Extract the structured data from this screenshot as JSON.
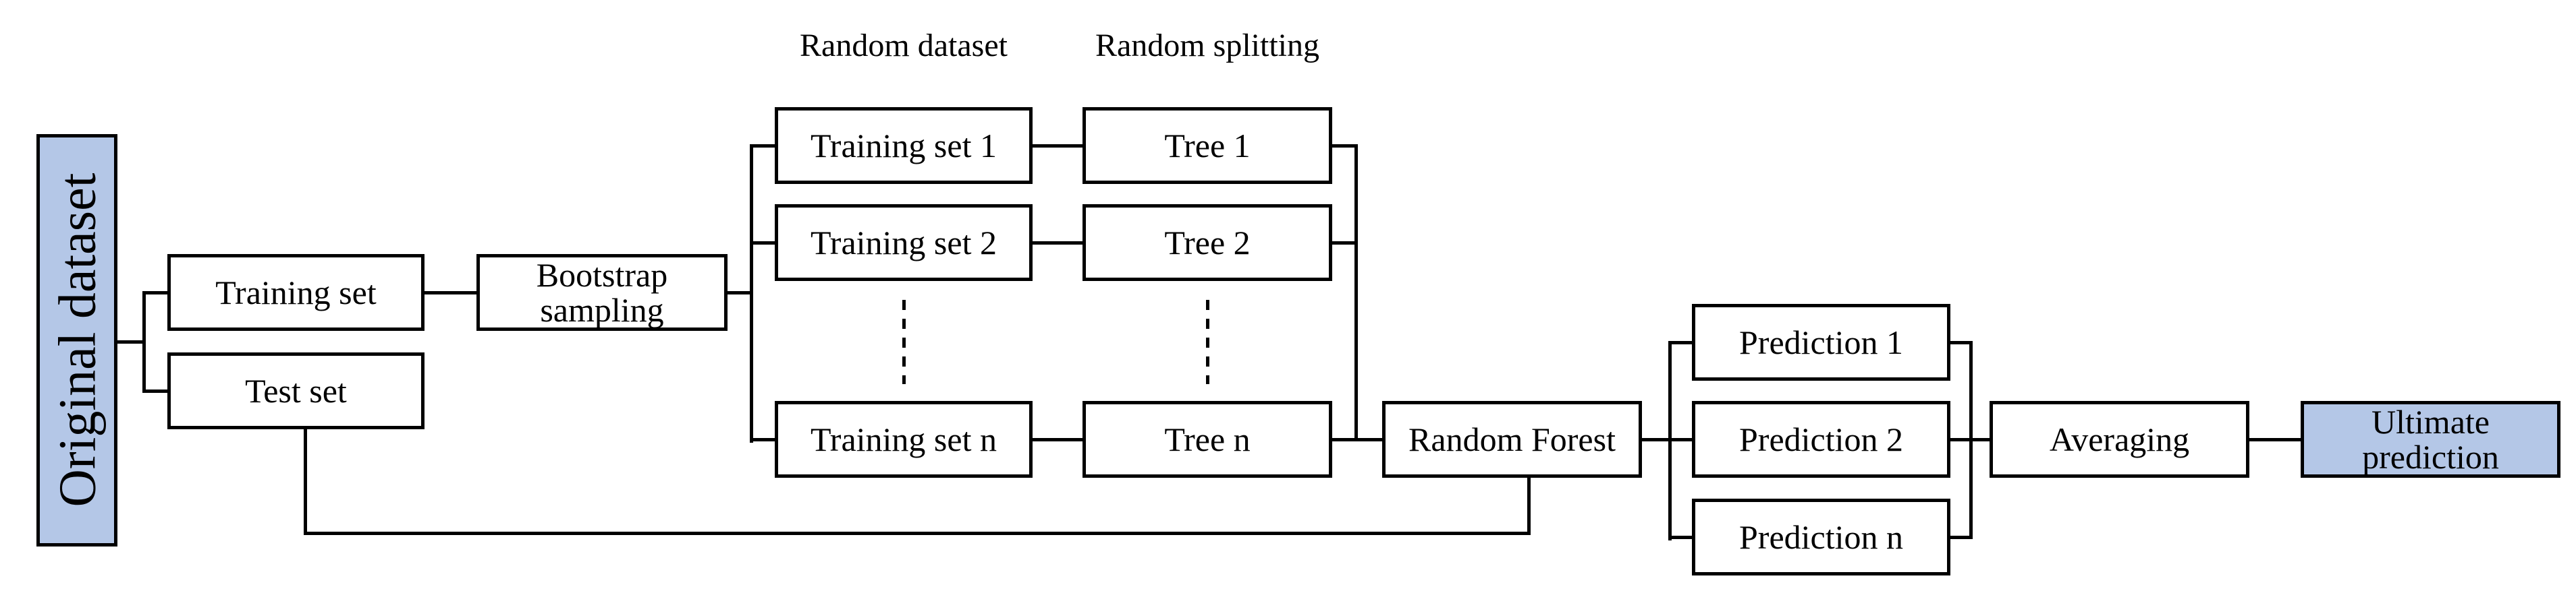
{
  "diagram": {
    "title_meaning": "Random Forest training and prediction workflow",
    "column_labels": {
      "random_dataset": "Random dataset",
      "random_splitting": "Random splitting"
    },
    "nodes": {
      "original_dataset": "Original dataset",
      "training_set": "Training set",
      "test_set": "Test set",
      "bootstrap_line1": "Bootstrap",
      "bootstrap_line2": "sampling",
      "training_set_1": "Training set 1",
      "training_set_2": "Training set 2",
      "training_set_n": "Training set n",
      "tree_1": "Tree 1",
      "tree_2": "Tree 2",
      "tree_n": "Tree n",
      "random_forest": "Random Forest",
      "prediction_1": "Prediction 1",
      "prediction_2": "Prediction 2",
      "prediction_n": "Prediction n",
      "averaging": "Averaging",
      "ultimate_line1": "Ultimate",
      "ultimate_line2": "prediction"
    },
    "colors": {
      "highlight_fill": "#b4c7e7",
      "box_fill": "#ffffff",
      "stroke": "#000000",
      "text": "#000000"
    }
  }
}
